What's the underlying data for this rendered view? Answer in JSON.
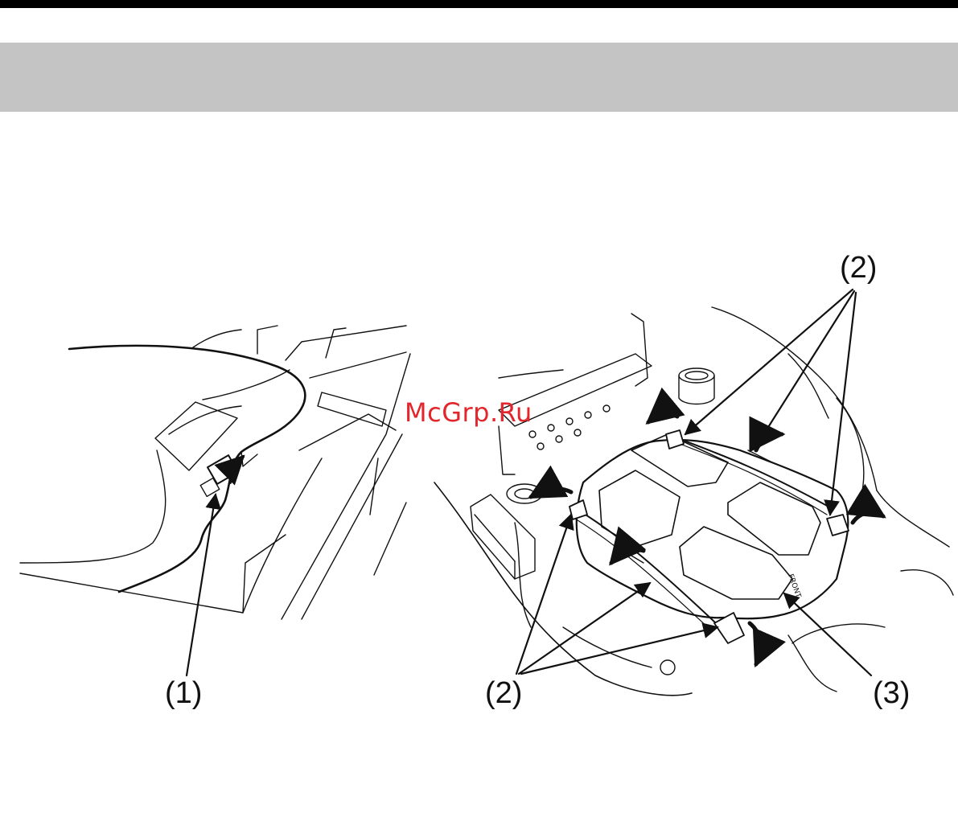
{
  "header": {
    "rule_color": "#000000",
    "band_color": "#c4c4c4"
  },
  "left_figure": {
    "callout_1": "(1)"
  },
  "right_figure": {
    "callout_2_top": "(2)",
    "callout_2_bottom": "(2)",
    "callout_3": "(3)",
    "front_mark": "FRONT"
  },
  "watermark": {
    "text": "McGrp.Ru",
    "color": "#e2262b"
  }
}
